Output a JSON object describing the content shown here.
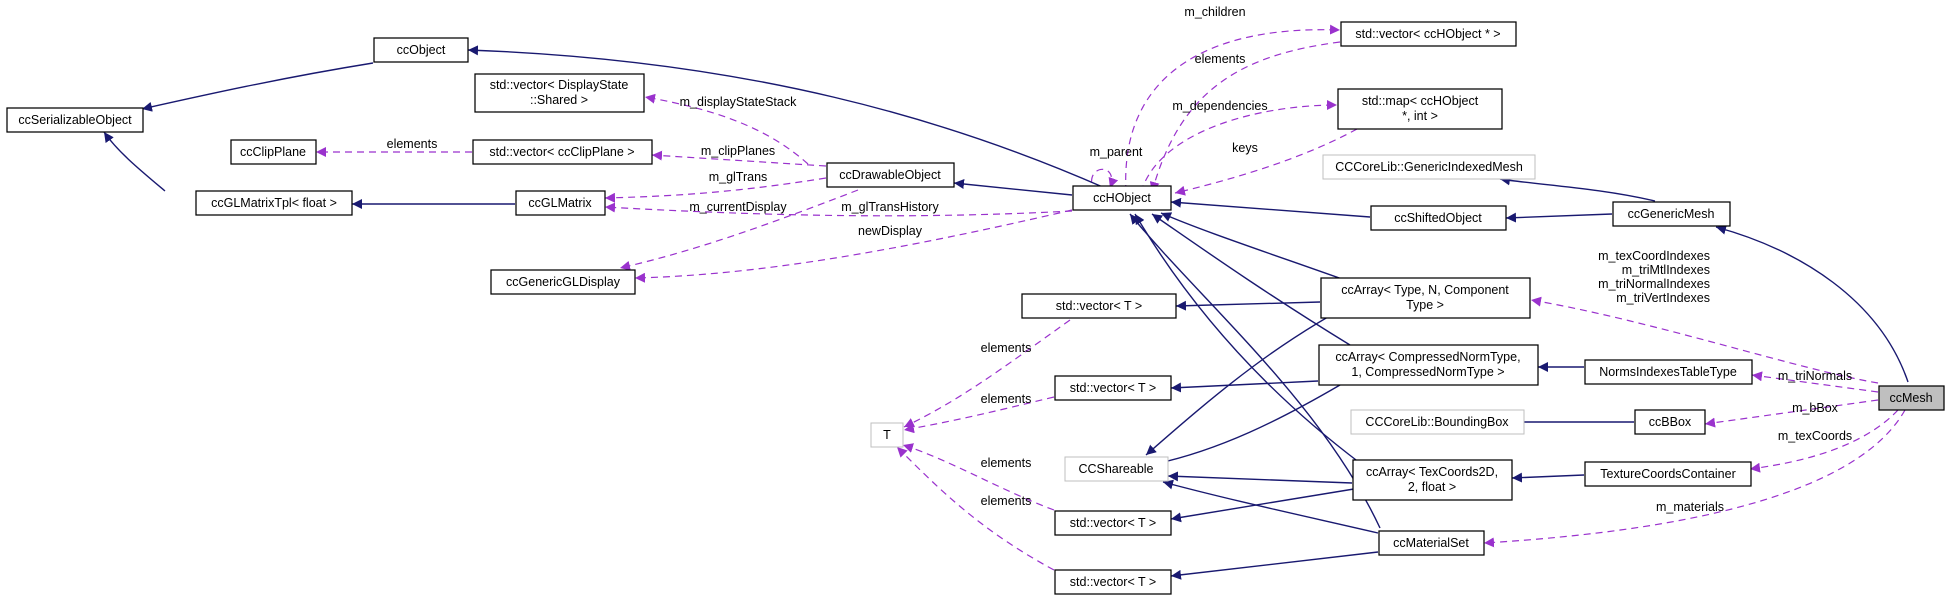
{
  "nodes": {
    "ccSerializableObject": "ccSerializableObject",
    "ccObject": "ccObject",
    "ccClipPlane": "ccClipPlane",
    "ccGLMatrixTpl": "ccGLMatrixTpl< float >",
    "ccGLMatrix": "ccGLMatrix",
    "vecDisplayState": [
      "std::vector< DisplayState",
      "::Shared >"
    ],
    "vecClipPlane": "std::vector< ccClipPlane >",
    "ccDrawableObject": "ccDrawableObject",
    "ccGenericGLDisplay": "ccGenericGLDisplay",
    "ccHObject": "ccHObject",
    "vecHObject": "std::vector< ccHObject * >",
    "mapHObject": [
      "std::map< ccHObject",
      "*, int >"
    ],
    "genericIndexedMesh": "CCCoreLib::GenericIndexedMesh",
    "ccShiftedObject": "ccShiftedObject",
    "ccGenericMesh": "ccGenericMesh",
    "ccArrayTypeN": [
      "ccArray< Type, N, Component",
      "Type >"
    ],
    "ccArrayNorm": [
      "ccArray< CompressedNormType,",
      "1, CompressedNormType >"
    ],
    "normsIndexesTableType": "NormsIndexesTableType",
    "ccMesh": "ccMesh",
    "vecT1": "std::vector< T >",
    "vecT2": "std::vector< T >",
    "T": "T",
    "boundingBox": "CCCoreLib::BoundingBox",
    "ccBBox": "ccBBox",
    "ccShareable": "CCShareable",
    "ccArrayTex": [
      "ccArray< TexCoords2D,",
      "2, float >"
    ],
    "texCoordsContainer": "TextureCoordsContainer",
    "vecT3": "std::vector< T >",
    "ccMaterialSet": "ccMaterialSet",
    "vecT4": "std::vector< T >"
  },
  "labels": {
    "m_children": "m_children",
    "elements_vecHObject": "elements",
    "m_dependencies": "m_dependencies",
    "keys": "keys",
    "m_parent": "m_parent",
    "m_displayStateStack": "m_displayStateStack",
    "elements_clip": "elements",
    "m_clipPlanes": "m_clipPlanes",
    "m_glTrans": "m_glTrans",
    "m_currentDisplay": "m_currentDisplay",
    "m_glTransHistory": "m_glTransHistory",
    "newDisplay": "newDisplay",
    "idx1": "m_texCoordIndexes",
    "idx2": "m_triMtlIndexes",
    "idx3": "m_triNormalIndexes",
    "idx4": "m_triVertIndexes",
    "m_triNormals": "m_triNormals",
    "m_bBox": "m_bBox",
    "m_texCoords": "m_texCoords",
    "m_materials": "m_materials",
    "elements_t1": "elements",
    "elements_t2": "elements",
    "elements_t3": "elements",
    "elements_t4": "elements"
  },
  "colors": {
    "inheritance": "#191970",
    "usage": "#9a32cd",
    "focus_fill": "#bfbfbf",
    "external_border": "#bfbfbf"
  }
}
